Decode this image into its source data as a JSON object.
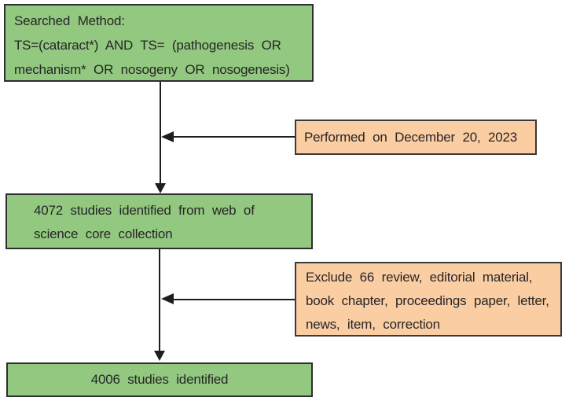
{
  "diagram": {
    "type": "flowchart",
    "background": "#ffffff",
    "colors": {
      "green_fill": "#92c880",
      "green_border": "#2e2e2e",
      "orange_fill": "#fbcda3",
      "orange_border": "#3a3a3a",
      "arrow": "#1e1e1e",
      "text": "#262626"
    },
    "boxes": {
      "search_method": {
        "role": "process",
        "lines": [
          "Searched Method:",
          "TS=(cataract*) AND TS= (pathogenesis OR",
          "mechanism* OR nosogeny OR nosogenesis)"
        ]
      },
      "performed_date": {
        "role": "annotation",
        "text": "Performed on December 20, 2023"
      },
      "identified_initial": {
        "role": "process",
        "lines": [
          "4072 studies identified from web of",
          "science core collection"
        ]
      },
      "excluded": {
        "role": "annotation",
        "lines": [
          "Exclude 66 review, editorial material,",
          "book chapter, proceedings paper, letter,",
          "news, item, correction"
        ]
      },
      "identified_final": {
        "role": "result",
        "text": "4006 studies identified"
      }
    },
    "connections": [
      "search_method -> identified_initial (down arrow)",
      "performed_date -> flow line (left arrow)",
      "identified_initial -> identified_final (down arrow)",
      "excluded -> flow line (left arrow)"
    ]
  }
}
